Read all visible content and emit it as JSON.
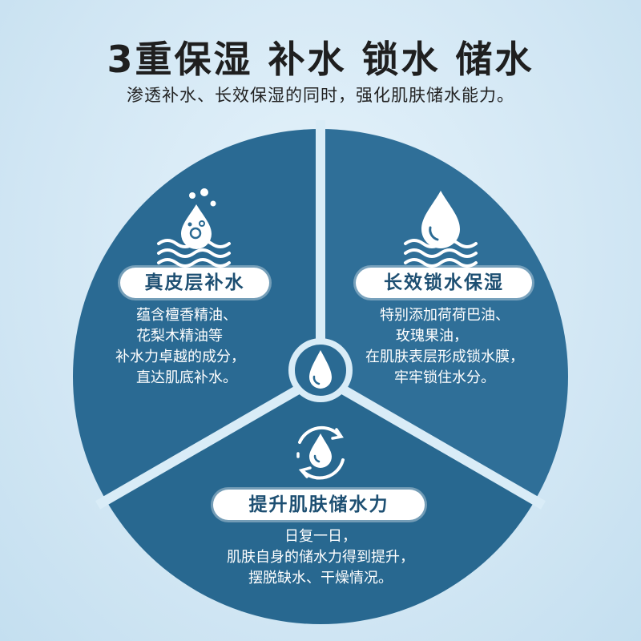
{
  "header": {
    "title": "3重保湿 补水 锁水 储水",
    "subtitle": "渗透补水、长效保湿的同时，强化肌肤储水能力。"
  },
  "colors": {
    "background": "#d3e8f5",
    "segment": "#2a6a93",
    "accent_text": "#1d4f72",
    "white": "#ffffff"
  },
  "segments": [
    {
      "icon": "water-drop-bubbles-icon",
      "label": "真皮层补水",
      "lines": [
        "蕴含檀香精油、",
        "花梨木精油等",
        "补水力卓越的成分，",
        "直达肌底补水。"
      ]
    },
    {
      "icon": "water-drop-waves-icon",
      "label": "长效锁水保湿",
      "lines": [
        "特别添加荷荷巴油、",
        "玫瑰果油，",
        "在肌肤表层形成锁水膜，",
        "牢牢锁住水分。"
      ]
    },
    {
      "icon": "water-drop-cycle-icon",
      "label": "提升肌肤储水力",
      "lines": [
        "日复一日，",
        "肌肤自身的储水力得到提升，",
        "摆脱缺水、干燥情况。"
      ]
    }
  ],
  "center": {
    "icon": "water-drop-icon"
  }
}
